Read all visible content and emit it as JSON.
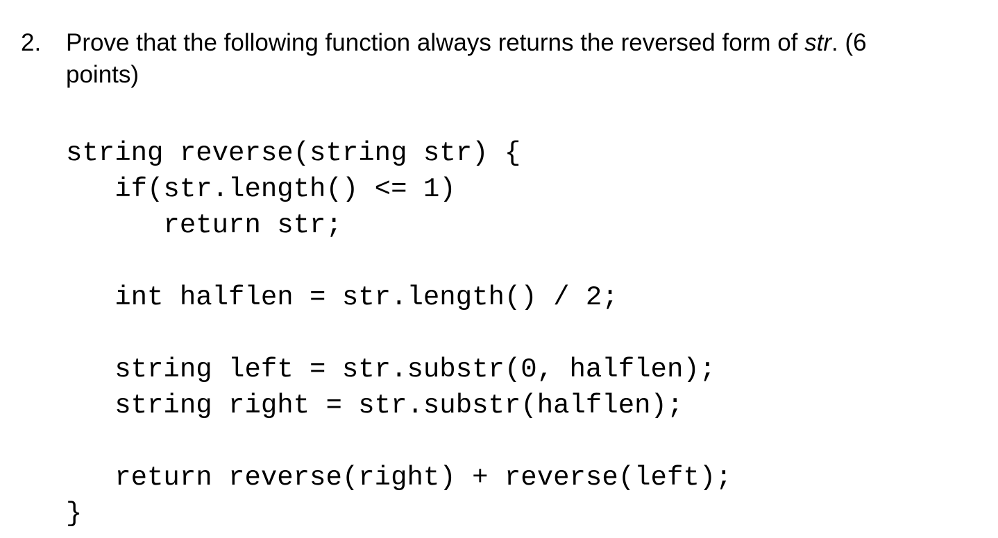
{
  "colors": {
    "background": "#ffffff",
    "text": "#000000"
  },
  "question": {
    "number": "2.",
    "line1_before_var": "Prove that the following function always returns the reversed form of ",
    "variable": "str",
    "line1_after_var": ". (6",
    "line2": "points)"
  },
  "code": {
    "lines": [
      "string reverse(string str) {",
      "   if(str.length() <= 1)",
      "      return str;",
      "",
      "   int halflen = str.length() / 2;",
      "",
      "   string left = str.substr(0, halflen);",
      "   string right = str.substr(halflen);",
      "",
      "   return reverse(right) + reverse(left);",
      "}"
    ]
  }
}
